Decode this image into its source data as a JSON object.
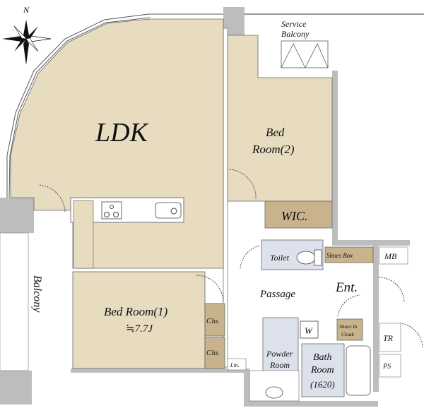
{
  "compass": {
    "north_label": "N"
  },
  "rooms": {
    "ldk": "LDK",
    "bedroom2_line1": "Bed",
    "bedroom2_line2": "Room(2)",
    "wic": "WIC.",
    "bedroom1": "Bed Room(1)",
    "bedroom1_size": "≒7.7J",
    "closet1": "Clo.",
    "closet2": "Clo.",
    "balcony": "Balcony",
    "service_balcony_line1": "Service",
    "service_balcony_line2": "Balcony",
    "toilet": "Toilet",
    "shoes_box": "Shoes Box",
    "mb": "MB",
    "passage": "Passage",
    "entrance": "Ent.",
    "washer": "W",
    "shoes_in_cloak_line1": "Shoes In",
    "shoes_in_cloak_line2": "Cloak",
    "powder_line1": "Powder",
    "powder_line2": "Room",
    "bath_line1": "Bath",
    "bath_line2": "Room",
    "bath_size": "(1620)",
    "linen": "Lin.",
    "tr": "TR",
    "ps": "PS"
  },
  "colors": {
    "floor": "#e7dcc0",
    "closet": "#c8b38c",
    "wet": "#dde1ec",
    "wall": "#bdbdbd"
  }
}
